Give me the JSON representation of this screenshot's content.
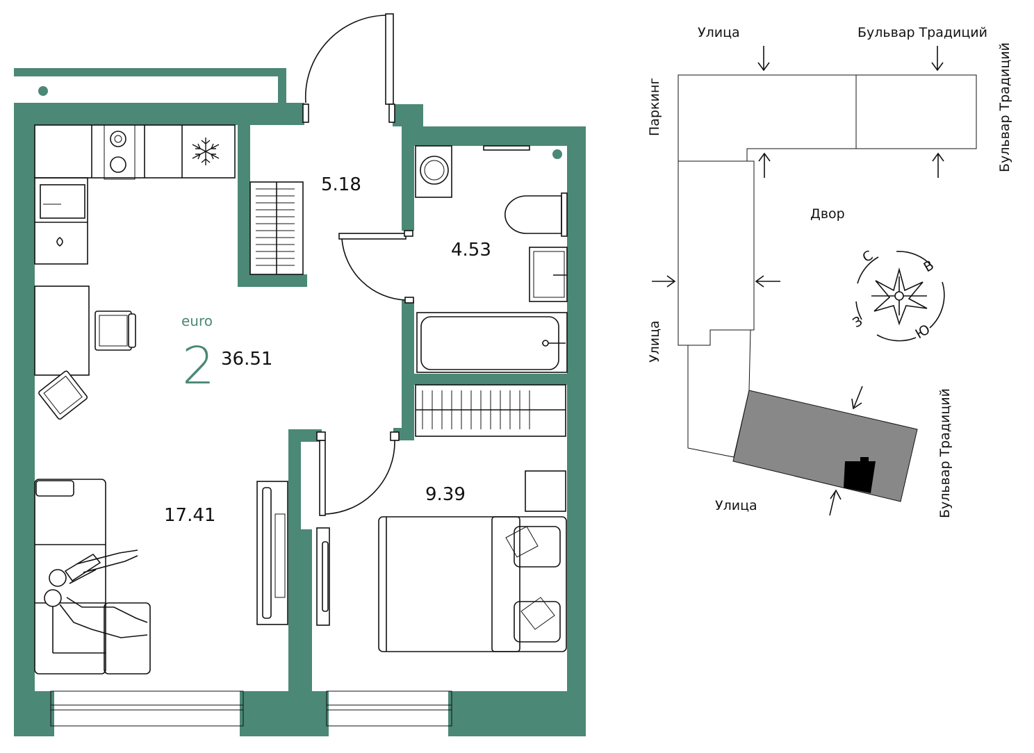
{
  "plan": {
    "class_label": "euro",
    "rooms_count": "2",
    "total_area": "36.51",
    "room_areas": {
      "hall": "5.18",
      "bathroom": "4.53",
      "living_kitchen": "17.41",
      "bedroom": "9.39"
    },
    "colors": {
      "wall": "#4b8876",
      "accent_text": "#4b8876",
      "highlight_building": "#888888",
      "apartment_marker": "#000000"
    }
  },
  "site_map": {
    "labels": {
      "street_top": "Улица",
      "boulevard_top": "Бульвар Традиций",
      "boulevard_right_top": "Бульвар Традиций",
      "parking": "Паркинг",
      "yard": "Двор",
      "street_left": "Улица",
      "street_bottom": "Улица",
      "boulevard_right_bottom": "Бульвар Традиций"
    },
    "compass": {
      "north": "С",
      "east": "В",
      "south": "Ю",
      "west": "З"
    }
  }
}
